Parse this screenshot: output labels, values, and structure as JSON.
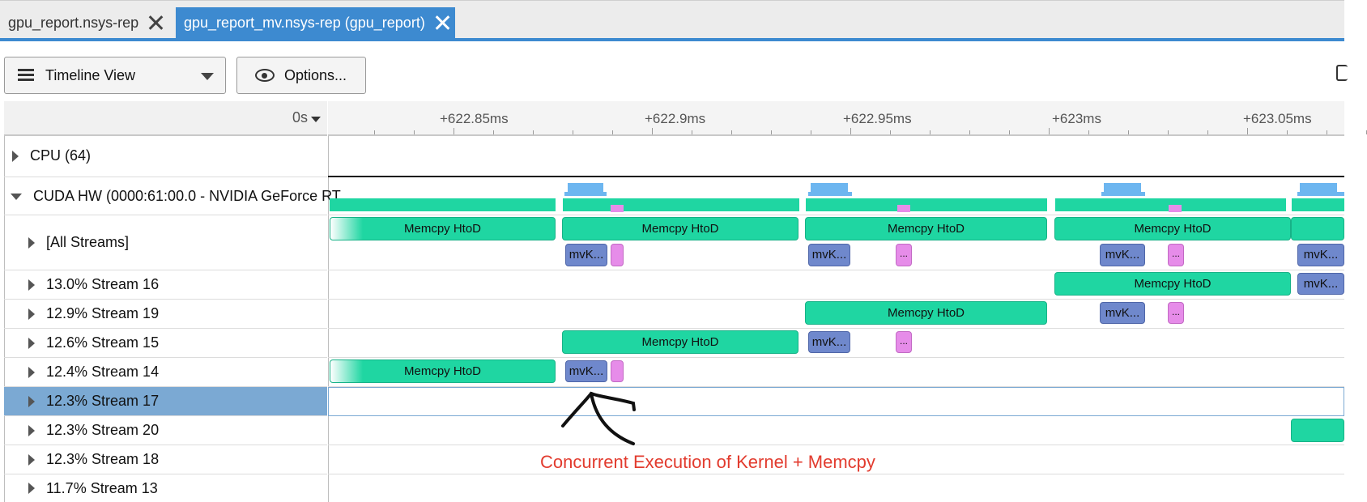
{
  "tabs": [
    {
      "label": "gpu_report.nsys-rep"
    },
    {
      "label": "gpu_report_mv.nsys-rep (gpu_report)"
    }
  ],
  "toolbar": {
    "view_label": "Timeline View",
    "options_label": "Options..."
  },
  "timeline": {
    "origin_label": "0s",
    "ticks": [
      "+622.85ms",
      "+622.9ms",
      "+622.95ms",
      "+623ms",
      "+623.05ms"
    ]
  },
  "rows": [
    {
      "label": "CPU (64)"
    },
    {
      "label": "CUDA HW (0000:61:00.0 - NVIDIA GeForce RT..."
    },
    {
      "label": "[All Streams]"
    },
    {
      "label": "13.0% Stream 16"
    },
    {
      "label": "12.9% Stream 19"
    },
    {
      "label": "12.6% Stream 15"
    },
    {
      "label": "12.4% Stream 14"
    },
    {
      "label": "12.3% Stream 17"
    },
    {
      "label": "12.3% Stream 20"
    },
    {
      "label": "12.3% Stream 18"
    },
    {
      "label": "11.7% Stream 13"
    }
  ],
  "blocks": {
    "memcpy": "Memcpy HtoD",
    "kernel": "mvK...",
    "ellipsis": "..."
  },
  "annotation": "Concurrent Execution of Kernel + Memcpy",
  "colors": {
    "tab_active": "#3d8ad0",
    "memcpy": "#1fd6a2",
    "kernel": "#6f88cc",
    "small_kernel": "#e68ce9",
    "selected_row": "#7ba9d3",
    "annotation": "#e23b2e"
  }
}
